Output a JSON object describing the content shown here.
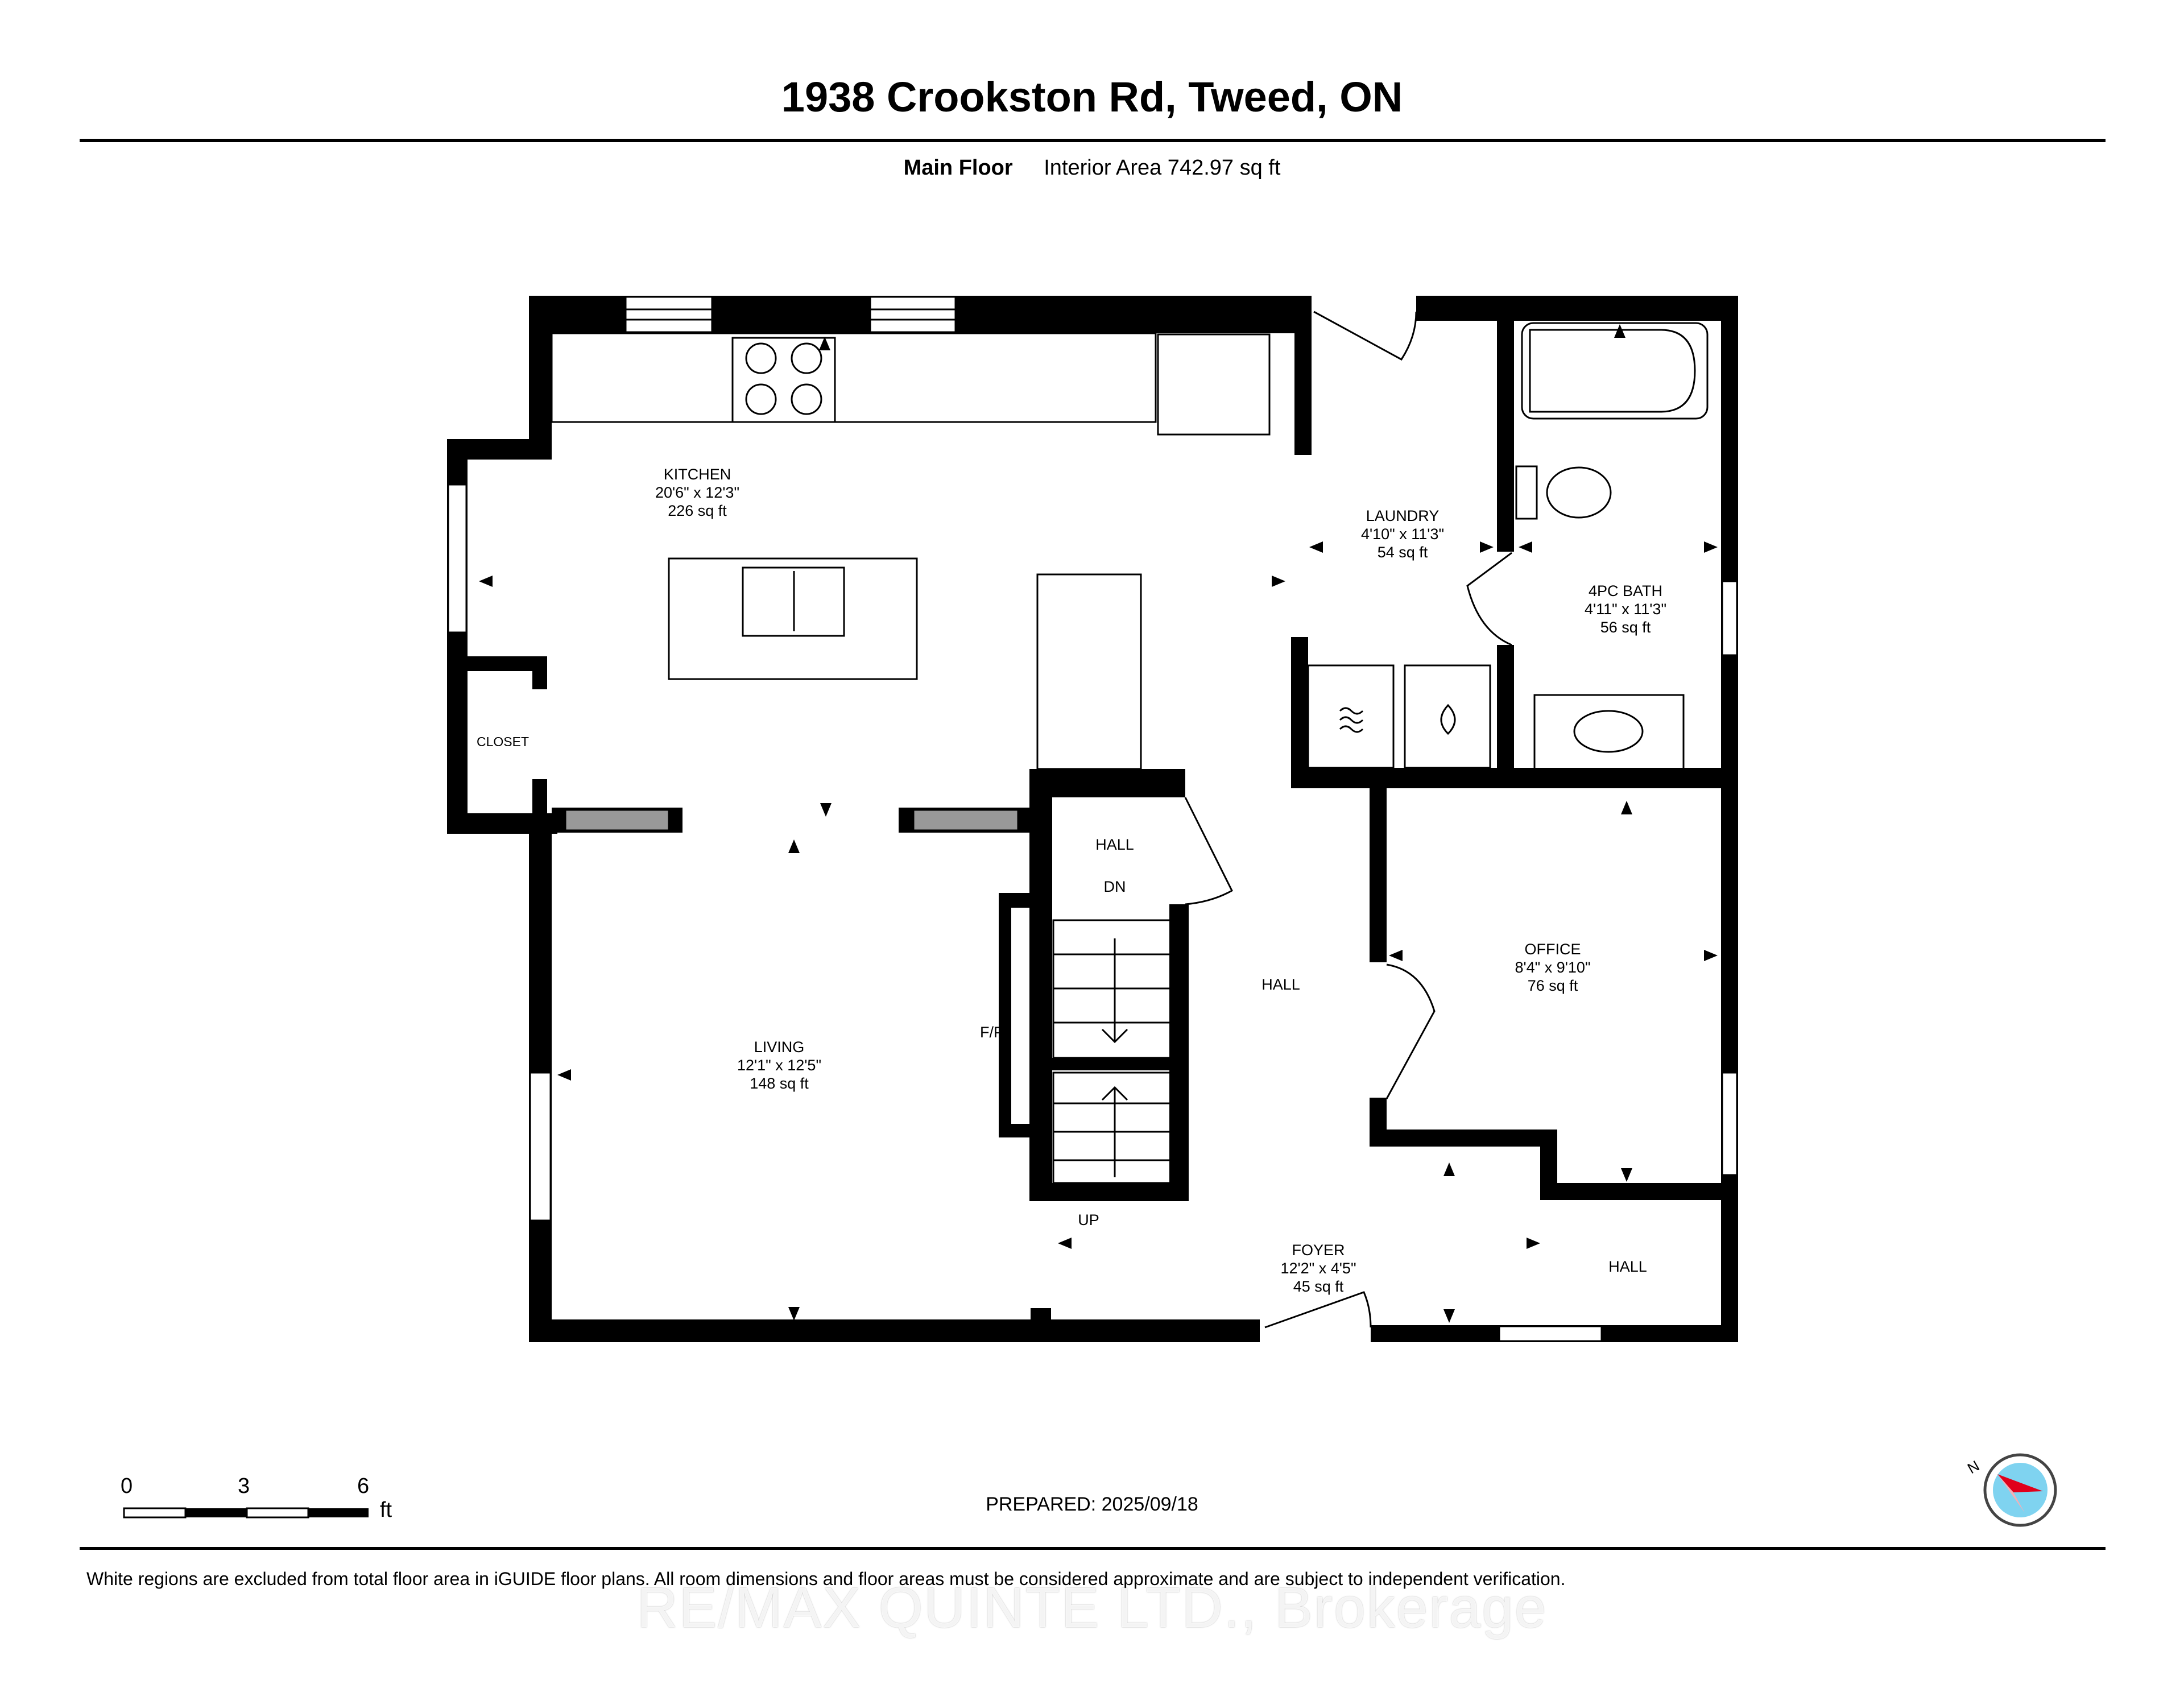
{
  "header": {
    "address": "1938 Crookston Rd, Tweed, ON",
    "floor": "Main Floor",
    "area": "Interior Area 742.97 sq ft"
  },
  "rooms": {
    "kitchen": {
      "name": "KITCHEN",
      "dims": "20'6\" x 12'3\"",
      "area": "226 sq ft"
    },
    "laundry": {
      "name": "LAUNDRY",
      "dims": "4'10\" x 11'3\"",
      "area": "54 sq ft"
    },
    "bath": {
      "name": "4PC BATH",
      "dims": "4'11\" x 11'3\"",
      "area": "56 sq ft"
    },
    "office": {
      "name": "OFFICE",
      "dims": "8'4\" x 9'10\"",
      "area": "76 sq ft"
    },
    "living": {
      "name": "LIVING",
      "dims": "12'1\" x 12'5\"",
      "area": "148 sq ft"
    },
    "foyer": {
      "name": "FOYER",
      "dims": "12'2\" x 4'5\"",
      "area": "45 sq ft"
    },
    "closet": "CLOSET",
    "hall_stairs": "HALL",
    "hall_center": "HALL",
    "hall_foyer": "HALL",
    "stairs_down": "DN",
    "stairs_up": "UP",
    "fireplace": "F/P"
  },
  "scale": {
    "ticks": [
      "0",
      "3",
      "6"
    ],
    "unit": "ft"
  },
  "compass": {
    "label": "N"
  },
  "footer": {
    "prepared": "PREPARED: 2025/09/18",
    "disclaimer": "White regions are excluded from total floor area in iGUIDE floor plans. All room dimensions and floor areas must be considered approximate and are subject to independent verification.",
    "watermark": "RE/MAX QUINTE LTD., Brokerage"
  },
  "colors": {
    "wall": "#000000",
    "compass_accent": "#e0001b",
    "compass_water": "#7fd3f0"
  }
}
